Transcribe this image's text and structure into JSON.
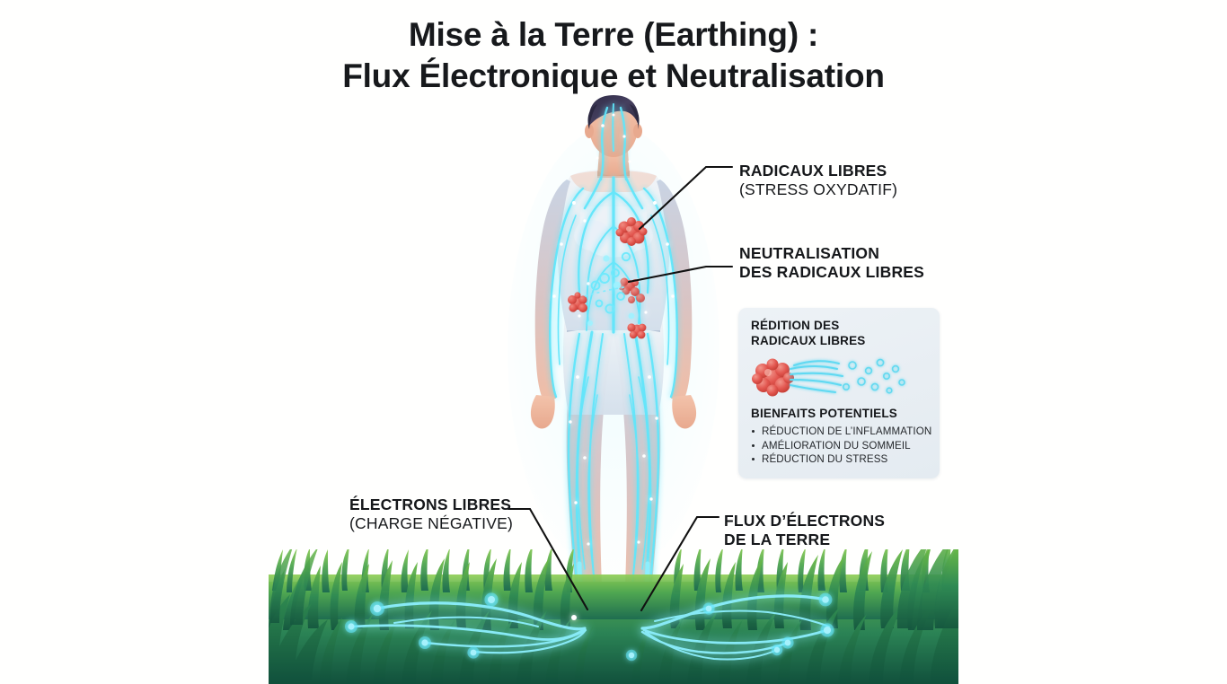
{
  "title": {
    "line1": "Mise à la Terre (Earthing) :",
    "line2": "Flux Électronique et Neutralisation"
  },
  "callouts": {
    "radicaux_libres": {
      "line1": "RADICAUX LIBRES",
      "line2": "(STRESS OXYDATIF)"
    },
    "neutralisation": {
      "line1": "NEUTRALISATION",
      "line2": "DES RADICAUX LIBRES"
    },
    "electrons_libres": {
      "line1": "ÉLECTRONS LIBRES",
      "line2": "(CHARGE NÉGATIVE)"
    },
    "flux_electrons": {
      "line1": "FLUX D’ÉLECTRONS",
      "line2": "DE LA TERRE"
    }
  },
  "info_panel": {
    "title_line1": "RÉDITION DES",
    "title_line2": "RADICAUX LIBRES",
    "benefits_title": "BIENFAITS POTENTIELS",
    "benefits": [
      "RÉDUCTION DE L’INFLAMMATION",
      "AMÉLIORATION DU SOMMEIL",
      "RÉDUCTION DU STRESS"
    ]
  },
  "illustration": {
    "figure_alt": "human-figure-standing-barefoot",
    "ground_alt": "grass-ground",
    "electron_streams_alt": "glowing-electron-streams",
    "free_radical_clusters_alt": "red-free-radical-clusters"
  },
  "colors": {
    "background": "#fffffe",
    "title_text": "#17191c",
    "label_text": "#16181b",
    "panel_bg": "#eaeff4",
    "energy_cyan": "#4fe3f7",
    "energy_cyan_bright": "#aef4ff",
    "radical_red": "#e2564f",
    "radical_red_dark": "#c0392f",
    "grass_light": "#7cc24a",
    "grass_mid": "#3f9e4d",
    "grass_dark": "#1d6b4f",
    "grass_deepest": "#14543f",
    "skin": "#eeb79f",
    "body_pale": "#dfe6ee",
    "hair": "#3a3552",
    "leader_line": "#111111"
  }
}
